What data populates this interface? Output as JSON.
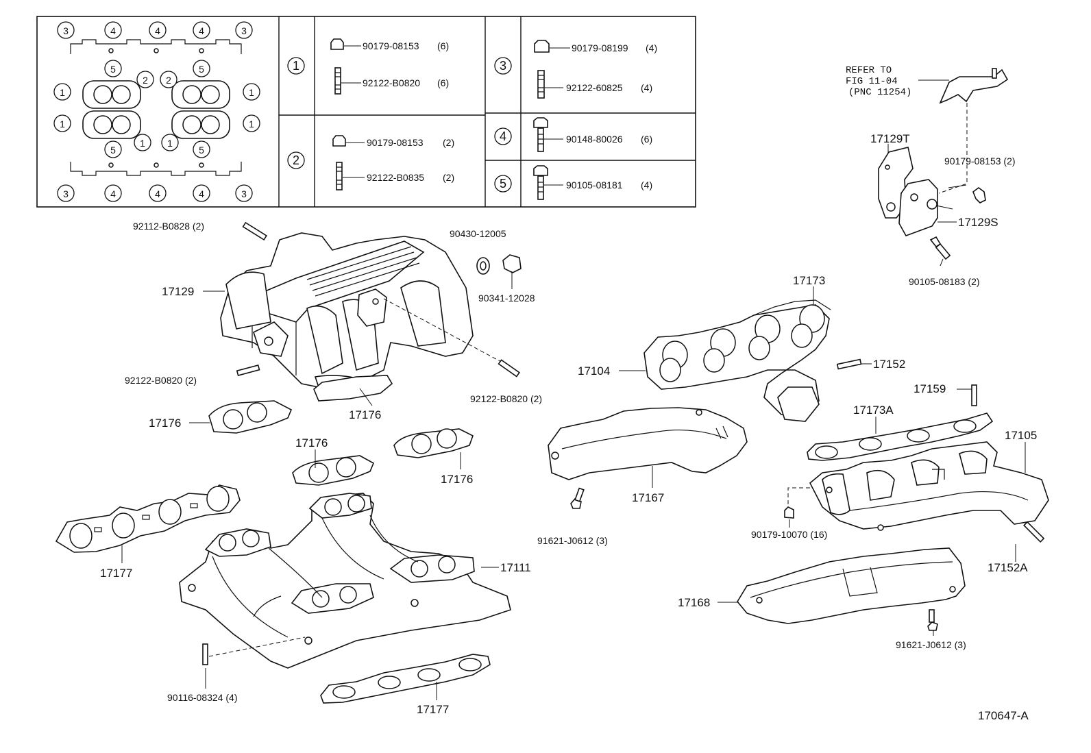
{
  "legend_table": {
    "gasket_numbers": {
      "top_row": [
        "3",
        "4",
        "4",
        "4",
        "3"
      ],
      "mid_row_a": [
        "5",
        "5"
      ],
      "mid_row_b": [
        "1",
        "2",
        "2",
        "1"
      ],
      "mid_row_c": [
        "1",
        "1"
      ],
      "mid_row_d": [
        "5",
        "1",
        "1",
        "5"
      ],
      "bottom_row": [
        "3",
        "4",
        "4",
        "4",
        "3"
      ]
    },
    "groups": [
      {
        "key": "1",
        "items": [
          {
            "part": "90179-08153",
            "qty": "(6)"
          },
          {
            "part": "92122-B0820",
            "qty": "(6)"
          }
        ]
      },
      {
        "key": "2",
        "items": [
          {
            "part": "90179-08153",
            "qty": "(2)"
          },
          {
            "part": "92122-B0835",
            "qty": "(2)"
          }
        ]
      },
      {
        "key": "3",
        "items": [
          {
            "part": "90179-08199",
            "qty": "(4)"
          },
          {
            "part": "92122-60825",
            "qty": "(4)"
          }
        ]
      },
      {
        "key": "4",
        "items": [
          {
            "part": "90148-80026",
            "qty": "(6)"
          }
        ]
      },
      {
        "key": "5",
        "items": [
          {
            "part": "90105-08181",
            "qty": "(4)"
          }
        ]
      }
    ]
  },
  "refer": {
    "line1": "REFER TO",
    "line2": "FIG 11-04",
    "line3": "(PNC 11254)"
  },
  "labels": {
    "p92112_B0828": "92112-B0828 (2)",
    "p90430_12005": "90430-12005",
    "p90341_12028": "90341-12028",
    "p17129": "17129",
    "p92122_B0820_left": "92122-B0820 (2)",
    "p92122_B0820_right": "92122-B0820 (2)",
    "p17176_a": "17176",
    "p17176_b": "17176",
    "p17176_c": "17176",
    "p17176_d": "17176",
    "p17177_a": "17177",
    "p17177_b": "17177",
    "p17111": "17111",
    "p90116_08324": "90116-08324 (4)",
    "p17129T": "17129T",
    "p90179_08153": "90179-08153 (2)",
    "p17129S": "17129S",
    "p90105_08183": "90105-08183 (2)",
    "p17173": "17173",
    "p17104": "17104",
    "p17152": "17152",
    "p17159": "17159",
    "p17173A": "17173A",
    "p17105": "17105",
    "p17167": "17167",
    "p91621_J0612_a": "91621-J0612 (3)",
    "p90179_10070": "90179-10070 (16)",
    "p17152A": "17152A",
    "p17168": "17168",
    "p91621_J0612_b": "91621-J0612 (3)",
    "figure_id": "170647-A"
  }
}
